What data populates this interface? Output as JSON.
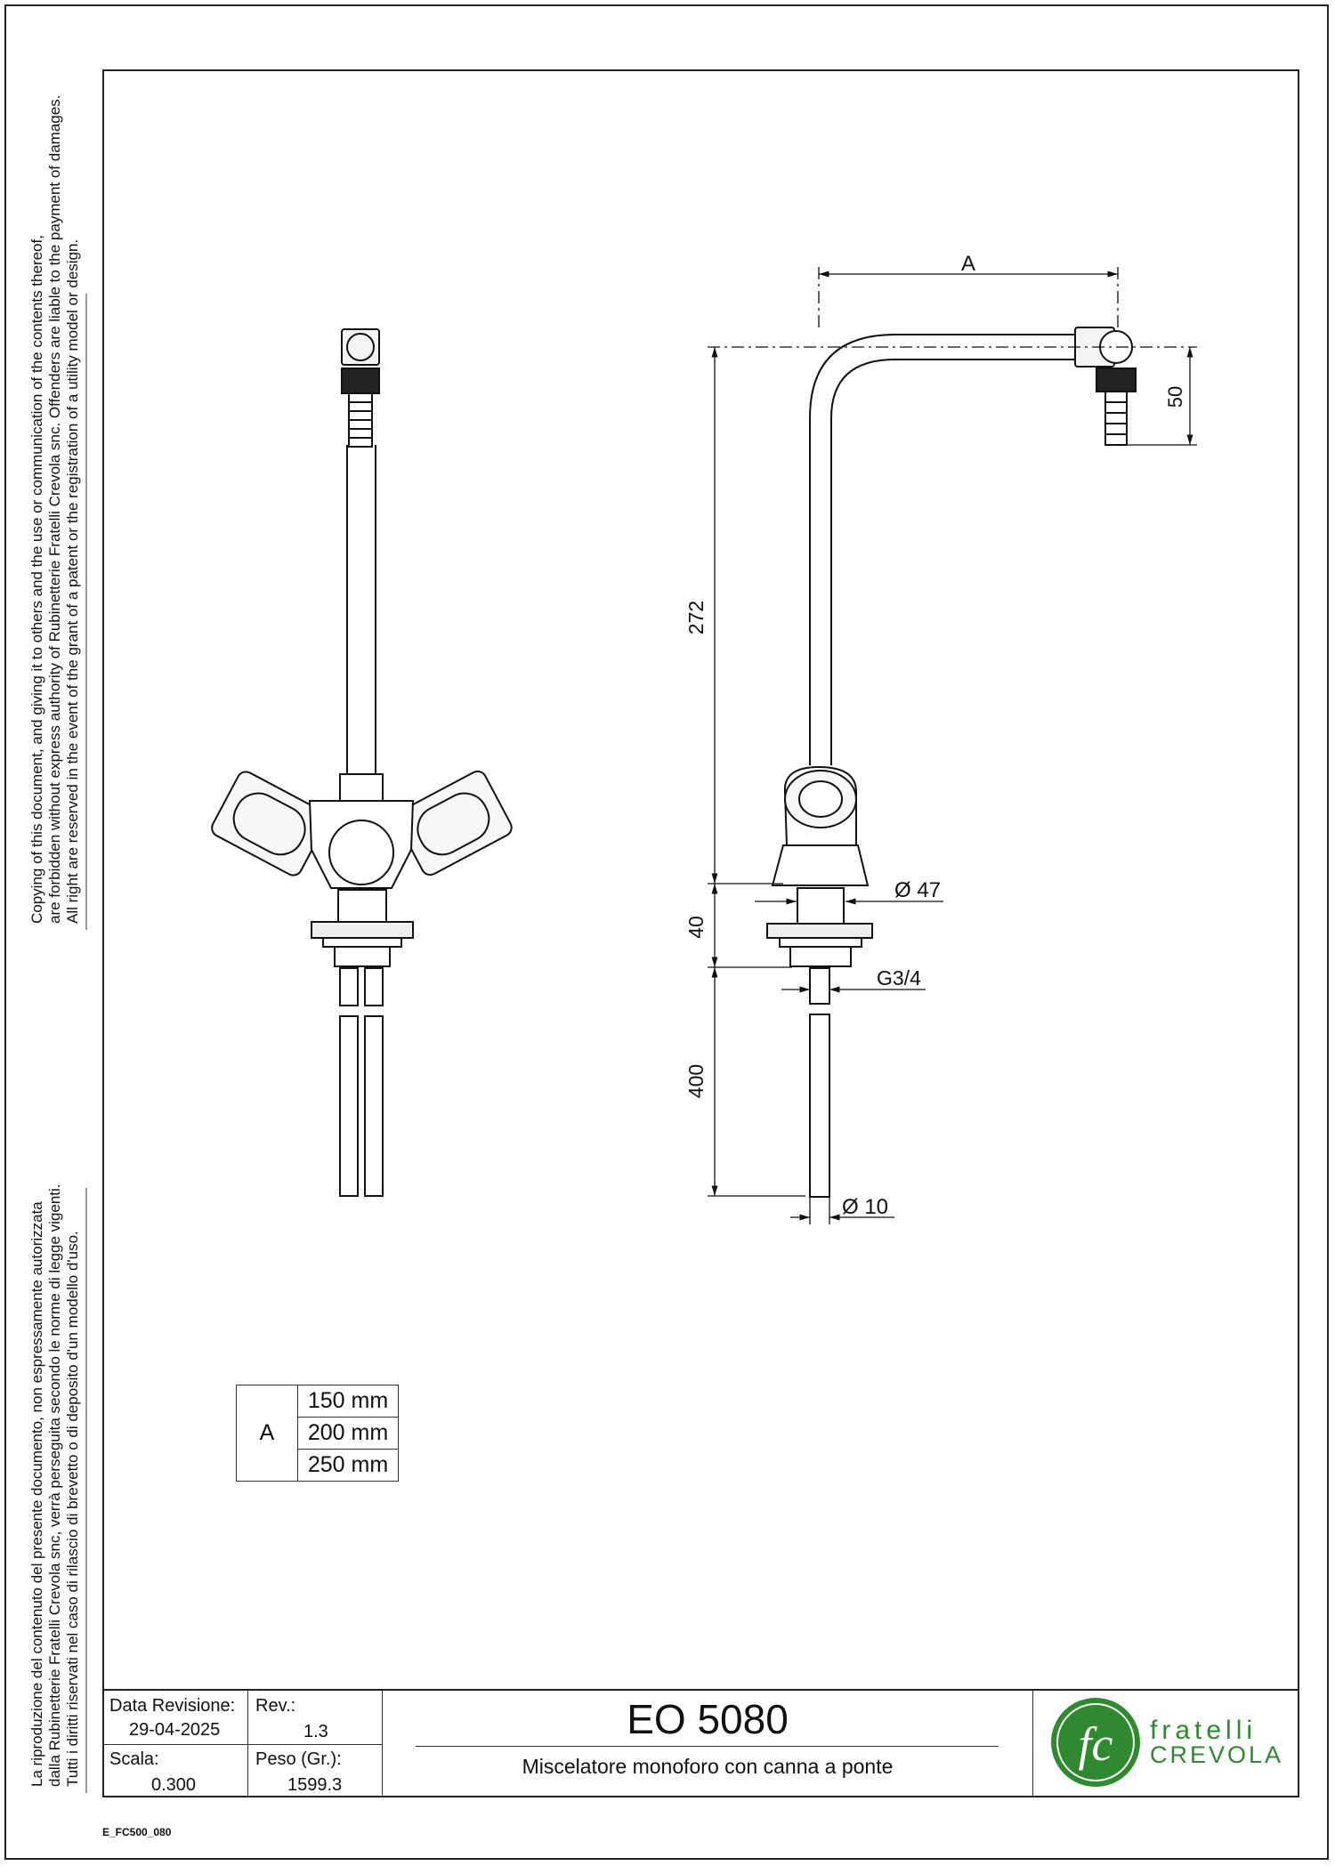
{
  "legal": {
    "en_lines": [
      "Copying of this document, and giving it to others and the use or communication of the contents thereof,",
      "are forbidden without express authority of Rubinetterie Fratelli Crevola snc. Offenders are liable to the payment of damages.",
      "All right are reserved in the event of the grant of a patent or the registration of a utility model or design."
    ],
    "it_lines": [
      "La riproduzione del contenuto del presente documento, non espressamente autorizzata",
      "dalla Rubinetterie Fratelli Crevola snc, verrà perseguita secondo le norme di legge vigenti.",
      "Tutti i diritti riservati nel caso di rilascio di brevetto o di deposito d'un modello d'uso."
    ]
  },
  "dimensions": {
    "spout_length": "A",
    "spout_drop": "50",
    "height": "272",
    "base_height": "40",
    "base_diameter": "Ø 47",
    "thread": "G3/4",
    "hose_length": "400",
    "hose_diameter": "Ø 10"
  },
  "a_table": {
    "key": "A",
    "values": [
      "150 mm",
      "200 mm",
      "250 mm"
    ]
  },
  "title_block": {
    "rev_date_label": "Data Revisione:",
    "rev_date": "29-04-2025",
    "rev_label": "Rev.:",
    "rev": "1.3",
    "scale_label": "Scala:",
    "scale": "0.300",
    "weight_label": "Peso (Gr.):",
    "weight": "1599.3",
    "product_code": "EO 5080",
    "description": "Miscelatore monoforo con canna a ponte",
    "brand_line1": "fratelli",
    "brand_line2": "CREVOLA",
    "logo_letters": "fc",
    "logo_color": "#2f8a2f"
  },
  "file_code": "E_FC500_080"
}
